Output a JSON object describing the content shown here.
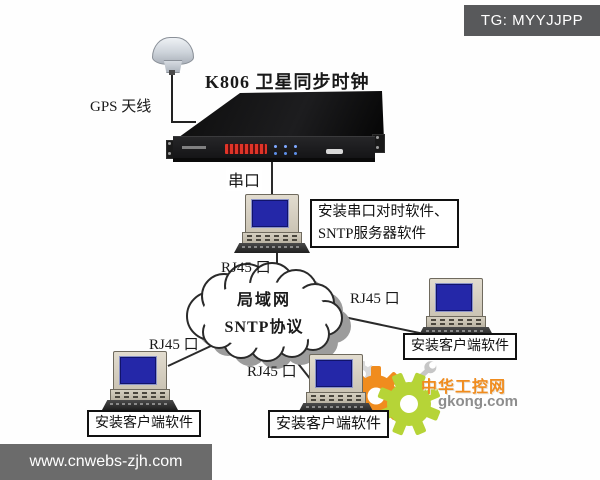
{
  "watermarks": {
    "tg": "TG: MYYJJPP",
    "site": "www.cnwebs-zjh.com"
  },
  "title": "K806 卫星同步时钟",
  "labels": {
    "gps_antenna": "GPS 天线",
    "serial_port": "串口",
    "rj45_port": "RJ45 口",
    "server_software_line1": "安装串口对时软件、",
    "server_software_line2": "SNTP服务器软件",
    "client_software": "安装客户端软件"
  },
  "cloud": {
    "line1": "局域网",
    "line2": "SNTP协议"
  },
  "logo": {
    "brand": "中华工控网",
    "domain": "gkong.com",
    "orange": "#f08c1e",
    "green": "#b6d437"
  },
  "device": {
    "name": "K806 satellite sync clock",
    "led_color": "#e03428",
    "body_color": "#141414"
  },
  "diagram": {
    "type": "network-topology",
    "nodes": [
      "GPS antenna",
      "K806 clock",
      "SNTP server PC",
      "LAN cloud",
      "client PC left",
      "client PC middle",
      "client PC right"
    ],
    "links": [
      {
        "from": "GPS antenna",
        "to": "K806 clock",
        "label": ""
      },
      {
        "from": "K806 clock",
        "to": "SNTP server PC",
        "label": "串口"
      },
      {
        "from": "SNTP server PC",
        "to": "LAN cloud",
        "label": "RJ45 口"
      },
      {
        "from": "LAN cloud",
        "to": "client PC right",
        "label": "RJ45 口"
      },
      {
        "from": "LAN cloud",
        "to": "client PC left",
        "label": "RJ45 口"
      },
      {
        "from": "LAN cloud",
        "to": "client PC middle",
        "label": "RJ45 口"
      }
    ]
  }
}
